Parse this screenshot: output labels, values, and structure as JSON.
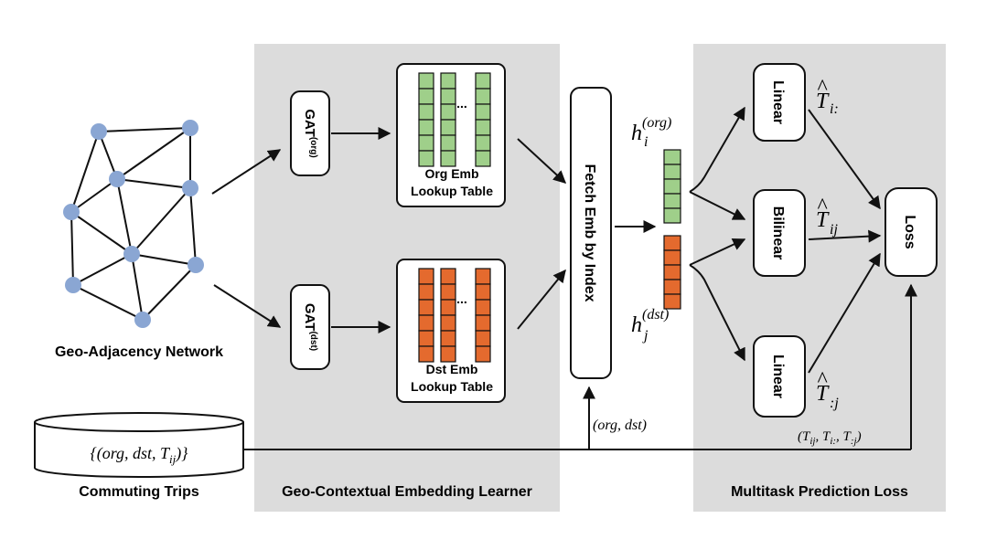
{
  "panels": {
    "embedding_learner": "Geo-Contextual Embedding Learner",
    "prediction_loss": "Multitask Prediction Loss"
  },
  "network": {
    "label": "Geo-Adjacency Network"
  },
  "gat": {
    "org": {
      "main": "GAT",
      "sup": "(org)"
    },
    "dst": {
      "main": "GAT",
      "sup": "(dst)"
    }
  },
  "lookup": {
    "org": {
      "line1": "Org Emb",
      "line2": "Lookup Table"
    },
    "dst": {
      "line1": "Dst Emb",
      "line2": "Lookup Table"
    },
    "ellipsis": "..."
  },
  "fetch": {
    "label": "Fetch Emb by Index"
  },
  "embeddings": {
    "org": {
      "base": "h",
      "sub": "i",
      "sup": "(org)"
    },
    "dst": {
      "base": "h",
      "sub": "j",
      "sup": "(dst)"
    }
  },
  "heads": {
    "linear_top": "Linear",
    "bilinear": "Bilinear",
    "linear_bottom": "Linear"
  },
  "predictions": {
    "top": {
      "base": "T",
      "sub": "i:"
    },
    "mid": {
      "base": "T",
      "sub": "ij"
    },
    "bottom": {
      "base": "T",
      "sub": ":j"
    }
  },
  "loss": {
    "label": "Loss"
  },
  "targets": {
    "text": "(T",
    "parts": [
      "ij",
      "i:",
      ":j"
    ]
  },
  "trips": {
    "set_label": "{(org, dst, T",
    "set_sub": "ij",
    "set_close": ")}",
    "caption": "Commuting Trips"
  },
  "index_label": "(org, dst)",
  "colors": {
    "panel_bg": "#dcdcdc",
    "node": "#8aa6d3",
    "org_cell": "#9fcf8a",
    "dst_cell": "#e46a2e",
    "stroke": "#111111"
  }
}
